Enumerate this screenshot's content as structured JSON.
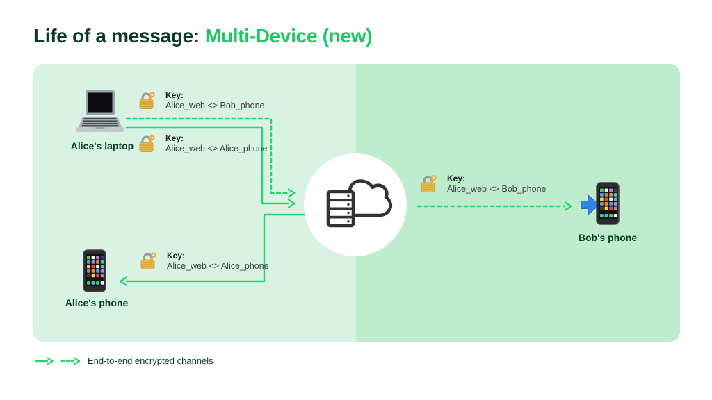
{
  "title": {
    "prefix": "Life of a message:",
    "highlight": "Multi-Device (new)"
  },
  "devices": {
    "alice_laptop": "Alice's laptop",
    "alice_phone": "Alice's phone",
    "bob_phone": "Bob's phone"
  },
  "keys": [
    {
      "label": "Key:",
      "value": "Alice_web <> Bob_phone"
    },
    {
      "label": "Key:",
      "value": "Alice_web <> Alice_phone"
    },
    {
      "label": "Key:",
      "value": "Alice_web <> Bob_phone"
    },
    {
      "label": "Key:",
      "value": "Alice_web <> Alice_phone"
    }
  ],
  "legend": {
    "label": "End-to-end encrypted channels"
  },
  "colors": {
    "accent_green": "#1fc661",
    "arrow_green": "#2bd46b",
    "panel_left": "#d8f3e4",
    "panel_right": "#bfeccd",
    "dark_text": "#0d3a2a"
  },
  "icons": {
    "server": "server-cloud-icon",
    "lock": "lock-with-key-icon",
    "forward": "blue-right-arrow-icon",
    "laptop": "laptop-icon",
    "phone": "smartphone-icon"
  }
}
